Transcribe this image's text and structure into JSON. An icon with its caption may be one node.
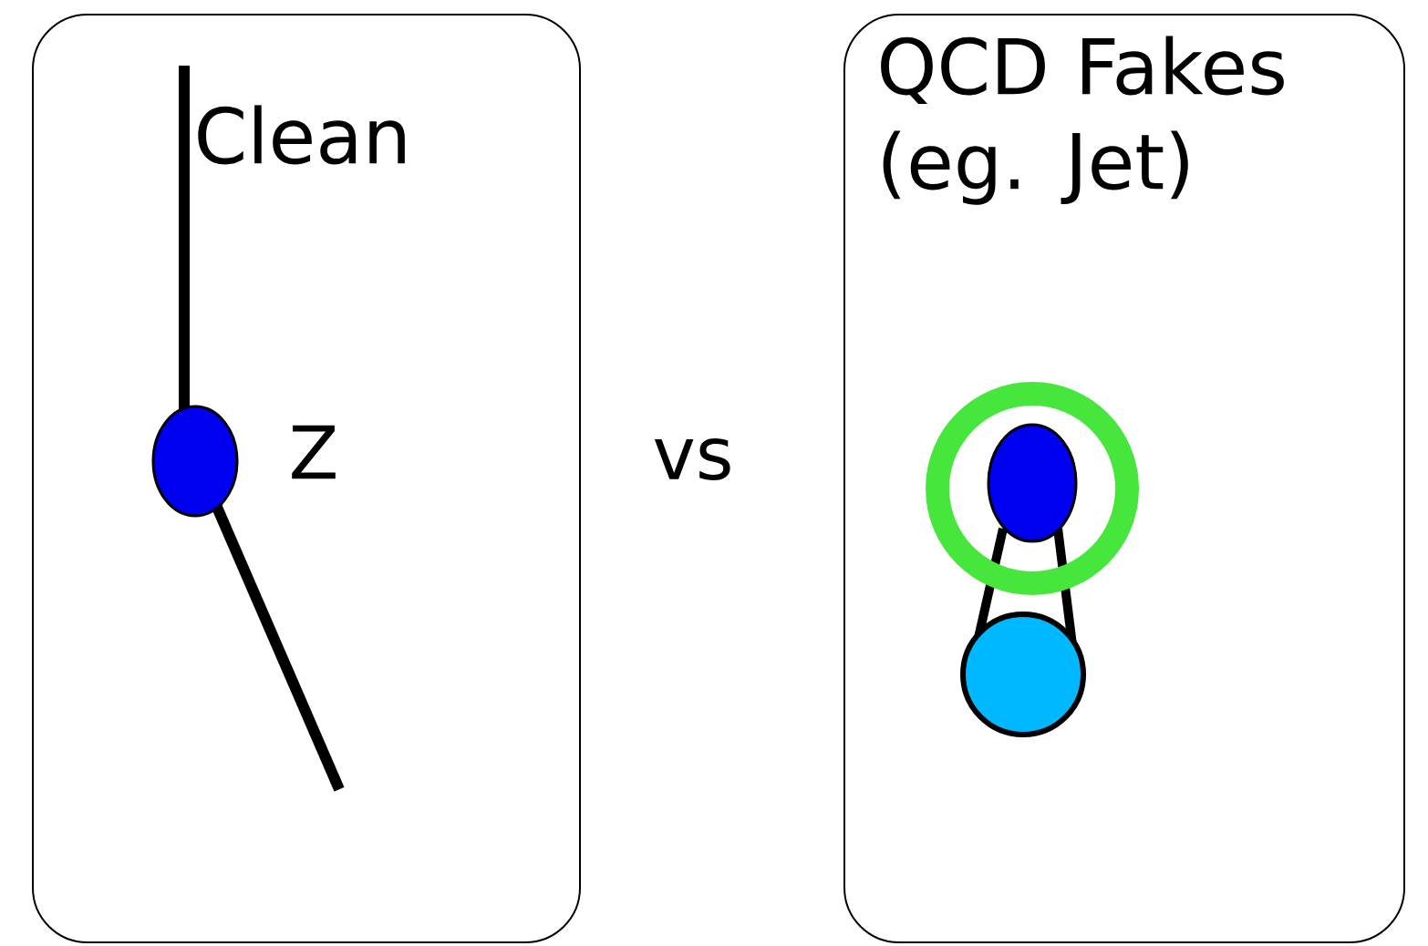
{
  "diagram": {
    "nodes": [
      {
        "text": [
          "Clean"
        ]
      },
      {
        "text": [
          "QCD Fakes (eg. Jet)"
        ]
      }
    ],
    "labels": [
      "Z",
      "vs"
    ]
  }
}
